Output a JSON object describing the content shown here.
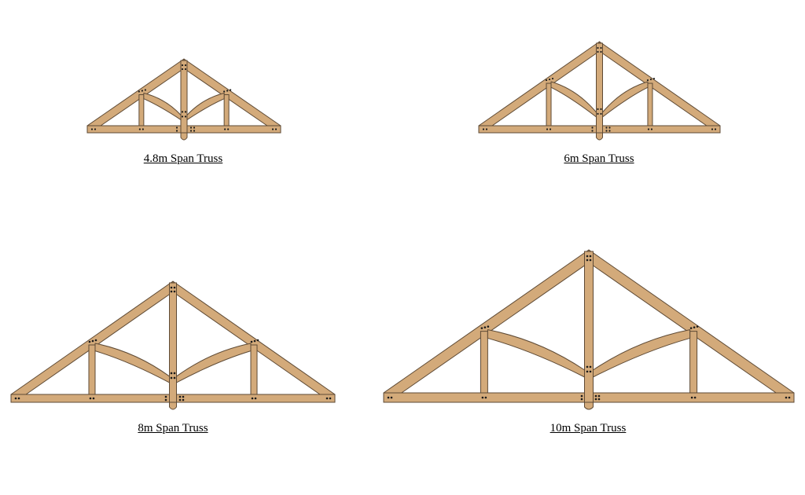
{
  "colors": {
    "timber": "#D3AA7A",
    "timber_outline": "#5E4A35",
    "peg": "#1a1a1a",
    "background": "#ffffff"
  },
  "trusses": [
    {
      "caption": "4.8m Span Truss"
    },
    {
      "caption": "6m Span Truss"
    },
    {
      "caption": "8m Span Truss"
    },
    {
      "caption": "10m Span Truss"
    }
  ]
}
